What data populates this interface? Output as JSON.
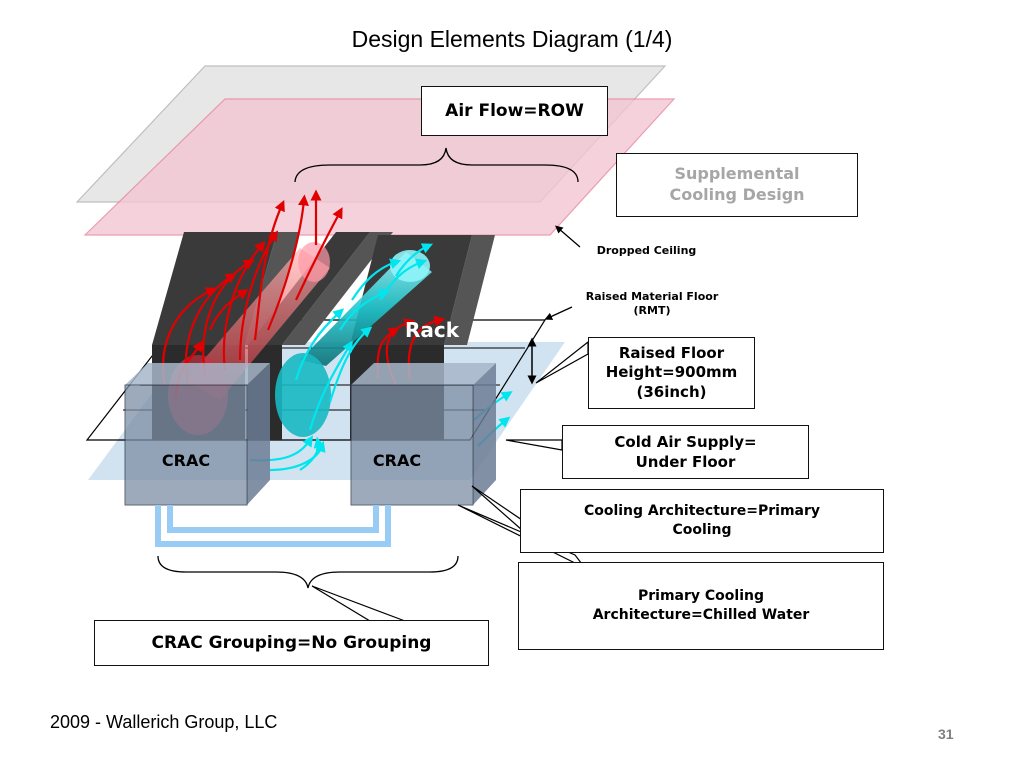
{
  "slide": {
    "title": "Design Elements Diagram (1/4)",
    "footer": "2009 - Wallerich Group, LLC",
    "page_number": "31"
  },
  "callouts": {
    "air_flow": "Air Flow=ROW",
    "supplemental": "Supplemental\nCooling Design",
    "raised_floor_height": "Raised Floor\nHeight=900mm\n(36inch)",
    "cold_air_supply": "Cold Air Supply=\nUnder Floor",
    "cooling_architecture": "Cooling Architecture=Primary\nCooling",
    "primary_cooling": "Primary Cooling\nArchitecture=Chilled Water",
    "crac_grouping": "CRAC Grouping=No Grouping"
  },
  "labels": {
    "dropped_ceiling": "Dropped Ceiling",
    "raised_material_floor": "Raised Material Floor\n(RMT)",
    "rack": "Rack",
    "crac_left": "CRAC",
    "crac_right": "CRAC"
  },
  "colors": {
    "hot_air": "#e00000",
    "cold_air": "#00e5ee",
    "chilled_water_pipe": "#99ccf5",
    "ceiling_grey": "#e6e6e6",
    "ceiling_pink": "#f2c6d3",
    "floor_blue": "#cfe1f0",
    "rack": "#2b2b2b",
    "crac": "#7d8ea5",
    "supplemental_text": "#a6a6a6"
  }
}
